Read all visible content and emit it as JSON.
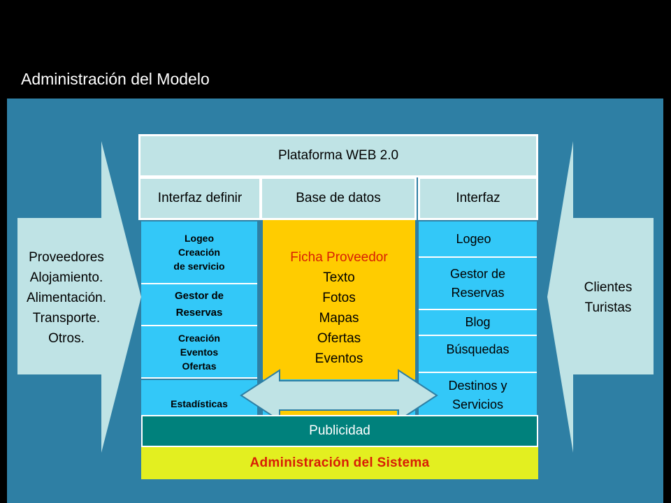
{
  "title": "Administración del Modelo",
  "left_arrow": {
    "lines": [
      "Proveedores",
      "Alojamiento.",
      "Alimentación.",
      "Transporte.",
      "Otros."
    ]
  },
  "right_arrow": {
    "lines": [
      "Clientes",
      "Turistas"
    ]
  },
  "platform": {
    "header": "Plataforma WEB 2.0",
    "columns": [
      "Interfaz definir",
      "Base de datos",
      "Interfaz"
    ]
  },
  "left_modules": [
    [
      "Logeo",
      "Creación",
      "de servicio"
    ],
    [
      "Gestor de",
      "Reservas"
    ],
    [
      "Creación",
      "Eventos",
      "Ofertas"
    ],
    [
      "Estadísticas"
    ]
  ],
  "ficha": {
    "heading": "Ficha Proveedor",
    "items": [
      "Texto",
      "Fotos",
      "Mapas",
      "Ofertas",
      "Eventos"
    ]
  },
  "right_modules": [
    [
      "Logeo"
    ],
    [
      "Gestor de",
      "Reservas"
    ],
    [
      "Blog"
    ],
    [
      "Búsquedas"
    ],
    [
      "Destinos y",
      "Servicios"
    ]
  ],
  "bottom": {
    "publicidad": "Publicidad",
    "admin": "Administración del Sistema"
  },
  "colors": {
    "panel": "#2e7fa4",
    "module_blue": "#33c8f8",
    "header_fill": "#bfe3e5",
    "database_yellow": "#ffcc00",
    "accent_red": "#d81e05",
    "publicidad_teal": "#00817c",
    "admin_yellow": "#e3ef20"
  }
}
